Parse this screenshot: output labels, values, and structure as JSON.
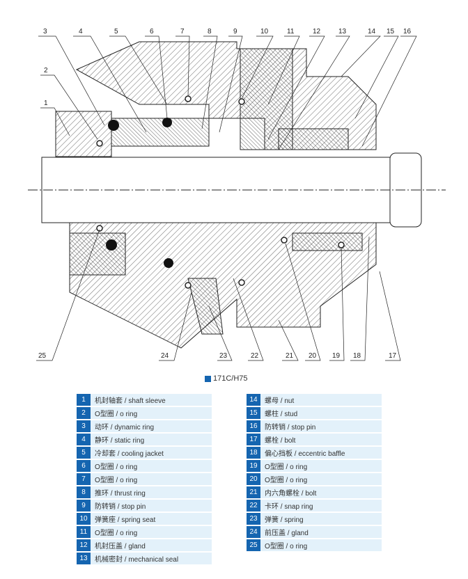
{
  "callouts_top": [
    "3",
    "4",
    "5",
    "6",
    "7",
    "8",
    "9",
    "10",
    "11",
    "12",
    "13",
    "14",
    "15",
    "16"
  ],
  "callouts_left": [
    "2",
    "1"
  ],
  "callouts_bottom": [
    "25",
    "24",
    "23",
    "22",
    "21",
    "20",
    "19",
    "18",
    "17"
  ],
  "model": "171C/H75",
  "parts_left": [
    {
      "n": "1",
      "label": "机封轴套 / shaft sleeve"
    },
    {
      "n": "2",
      "label": "O型圈 / o ring"
    },
    {
      "n": "3",
      "label": "动环 / dynamic ring"
    },
    {
      "n": "4",
      "label": "静环 / static ring"
    },
    {
      "n": "5",
      "label": "冷却套 / cooling jacket"
    },
    {
      "n": "6",
      "label": "O型圈 / o ring"
    },
    {
      "n": "7",
      "label": "O型圈 / o ring"
    },
    {
      "n": "8",
      "label": "推环 / thrust ring"
    },
    {
      "n": "9",
      "label": "防转销 / stop pin"
    },
    {
      "n": "10",
      "label": "弹簧座 / spring seat"
    },
    {
      "n": "11",
      "label": "O型圈 / o ring"
    },
    {
      "n": "12",
      "label": "机封压盖 / gland"
    },
    {
      "n": "13",
      "label": "机械密封 / mechanical seal"
    }
  ],
  "parts_right": [
    {
      "n": "14",
      "label": "螺母 / nut"
    },
    {
      "n": "15",
      "label": "螺柱 / stud"
    },
    {
      "n": "16",
      "label": "防转销 / stop pin"
    },
    {
      "n": "17",
      "label": "螺栓 / bolt"
    },
    {
      "n": "18",
      "label": "偏心挡板 / eccentric baffle"
    },
    {
      "n": "19",
      "label": "O型圈 / o ring"
    },
    {
      "n": "20",
      "label": "O型圈 / o ring"
    },
    {
      "n": "21",
      "label": "内六角螺栓 / bolt"
    },
    {
      "n": "22",
      "label": "卡环 / snap ring"
    },
    {
      "n": "23",
      "label": "弹簧 / spring"
    },
    {
      "n": "24",
      "label": "前压盖 / gland"
    },
    {
      "n": "25",
      "label": "O型圈 / o ring"
    }
  ],
  "colors": {
    "accent": "#1565b0",
    "row_bg": "#e3f1fa"
  }
}
